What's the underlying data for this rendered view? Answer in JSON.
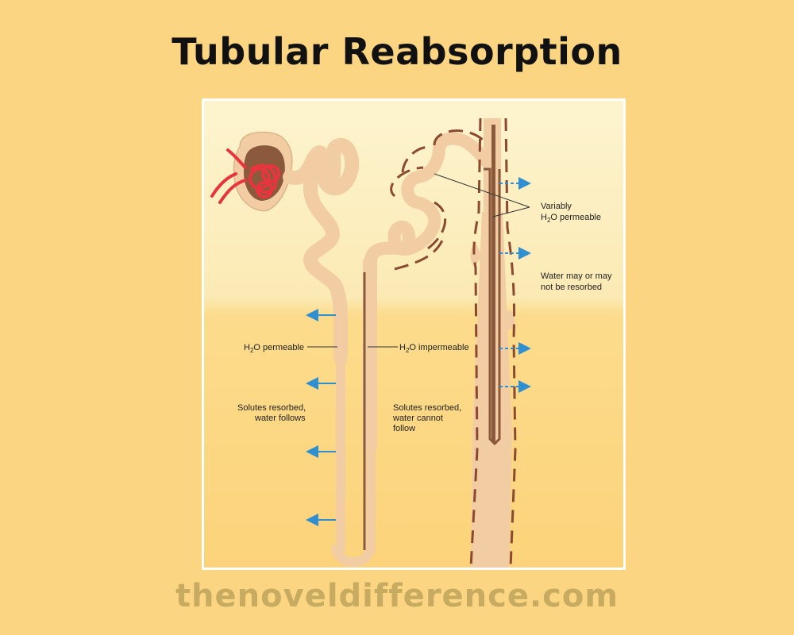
{
  "page": {
    "title": "Tubular Reabsorption",
    "footer": "thenoveldifference.com"
  },
  "diagram": {
    "labels": {
      "variably_line1": "Variably",
      "variably_h": "H",
      "variably_sub": "2",
      "variably_rest": "O permeable",
      "water_line1": "Water may or may",
      "water_line2": "not be resorbed",
      "perm_h": "H",
      "perm_sub": "2",
      "perm_rest": "O permeable",
      "imperm_h": "H",
      "imperm_sub": "2",
      "imperm_rest": "O impermeable",
      "sol_left_line1": "Solutes resorbed,",
      "sol_left_line2": "water follows",
      "sol_right_line1": "Solutes resorbed,",
      "sol_right_line2": "water cannot",
      "sol_right_line3": "follow"
    },
    "colors": {
      "cortex": "#fdf4cf",
      "medulla": "#fcd87d",
      "tubule": "#f2cda4",
      "tubule_edge": "#dcb48a",
      "lumen": "#8b5a3c",
      "glomerulus": "#e8343f",
      "arrow": "#2f8fd1"
    }
  }
}
